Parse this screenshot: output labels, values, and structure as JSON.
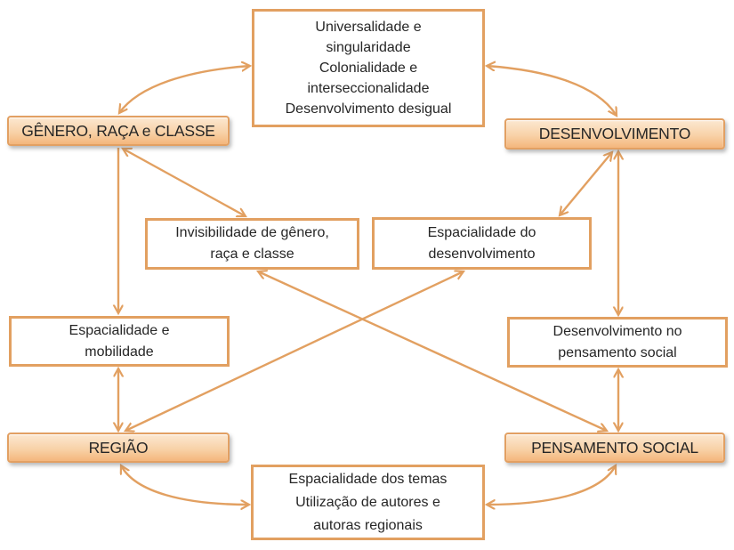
{
  "colors": {
    "accent": "#e2a061",
    "text": "#262626",
    "pill_top": "#fce8d1",
    "pill_mid": "#f8d2a8",
    "pill_bottom": "#f4b67c",
    "pill_border": "#e2a063",
    "box_border": "#e2a061",
    "box_bg": "#ffffff"
  },
  "nodes": {
    "top_center": {
      "lines": [
        "Universalidade e",
        "singularidade",
        "Colonialidade e",
        "interseccionalidade",
        "Desenvolvimento desigual"
      ]
    },
    "genero": {
      "label": "GÊNERO, RAÇA e CLASSE"
    },
    "desenvolvimento": {
      "label": "DESENVOLVIMENTO"
    },
    "invisibilidade": {
      "lines": [
        "Invisibilidade de gênero,",
        "raça e classe"
      ]
    },
    "espacialidade_desenvolvimento": {
      "lines": [
        "Espacialidade do",
        "desenvolvimento"
      ]
    },
    "espacialidade_mobilidade": {
      "lines": [
        "Espacialidade e",
        "mobilidade"
      ]
    },
    "desenvolvimento_pensamento": {
      "lines": [
        "Desenvolvimento no",
        "pensamento social"
      ]
    },
    "regiao": {
      "label": "REGIÃO"
    },
    "pensamento_social": {
      "label": "PENSAMENTO SOCIAL"
    },
    "bottom_center": {
      "lines": [
        "Espacialidade dos temas",
        "Utilização de autores e",
        "autoras regionais"
      ]
    }
  },
  "edges": [
    {
      "from": "genero",
      "to": "top_center",
      "type": "curve",
      "bidirectional": true
    },
    {
      "from": "top_center",
      "to": "desenvolvimento",
      "type": "curve",
      "bidirectional": true
    },
    {
      "from": "genero",
      "to": "espacialidade_mobilidade",
      "type": "straight",
      "bidirectional": false
    },
    {
      "from": "genero",
      "to": "invisibilidade",
      "type": "straight",
      "bidirectional": true
    },
    {
      "from": "desenvolvimento",
      "to": "espacialidade_desenvolvimento",
      "type": "straight",
      "bidirectional": true
    },
    {
      "from": "invisibilidade",
      "to": "pensamento_social",
      "type": "straight",
      "bidirectional": true
    },
    {
      "from": "regiao",
      "to": "espacialidade_desenvolvimento",
      "type": "straight",
      "bidirectional": true
    },
    {
      "from": "espacialidade_mobilidade",
      "to": "regiao",
      "type": "straight",
      "bidirectional": true
    },
    {
      "from": "desenvolvimento",
      "to": "desenvolvimento_pensamento",
      "type": "straight",
      "bidirectional": true
    },
    {
      "from": "desenvolvimento_pensamento",
      "to": "pensamento_social",
      "type": "straight",
      "bidirectional": true
    },
    {
      "from": "regiao",
      "to": "bottom_center",
      "type": "curve",
      "bidirectional": true
    },
    {
      "from": "pensamento_social",
      "to": "bottom_center",
      "type": "curve",
      "bidirectional": true
    }
  ]
}
